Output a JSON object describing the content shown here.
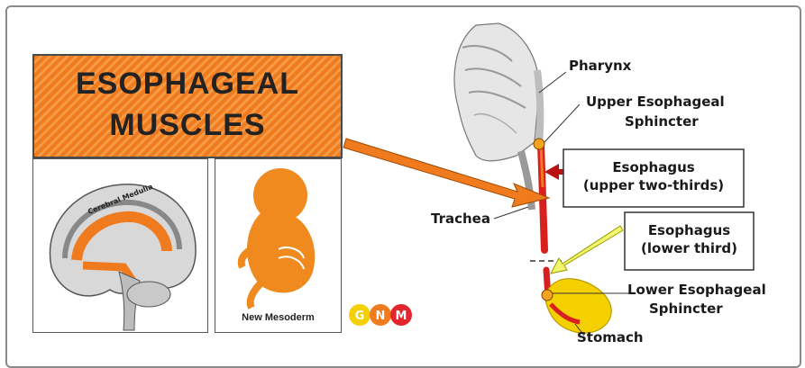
{
  "title": {
    "line1": "ESOPHAGEAL",
    "line2": "MUSCLES"
  },
  "brain_panel": {
    "label": "Cerebral Medulla"
  },
  "embryo_panel": {
    "caption": "New Mesoderm"
  },
  "logo": {
    "letters": [
      "G",
      "N",
      "M"
    ],
    "colors": [
      "#f5d000",
      "#f07a1e",
      "#e3262e"
    ]
  },
  "anatomy": {
    "pharynx": "Pharynx",
    "ues_line1": "Upper Esophageal",
    "ues_line2": "Sphincter",
    "esophagus_upper_line1": "Esophagus",
    "esophagus_upper_line2": "(upper two-thirds)",
    "trachea": "Trachea",
    "esophagus_lower_line1": "Esophagus",
    "esophagus_lower_line2": "(lower third)",
    "les_line1": "Lower Esophageal",
    "les_line2": "Sphincter",
    "stomach": "Stomach"
  }
}
